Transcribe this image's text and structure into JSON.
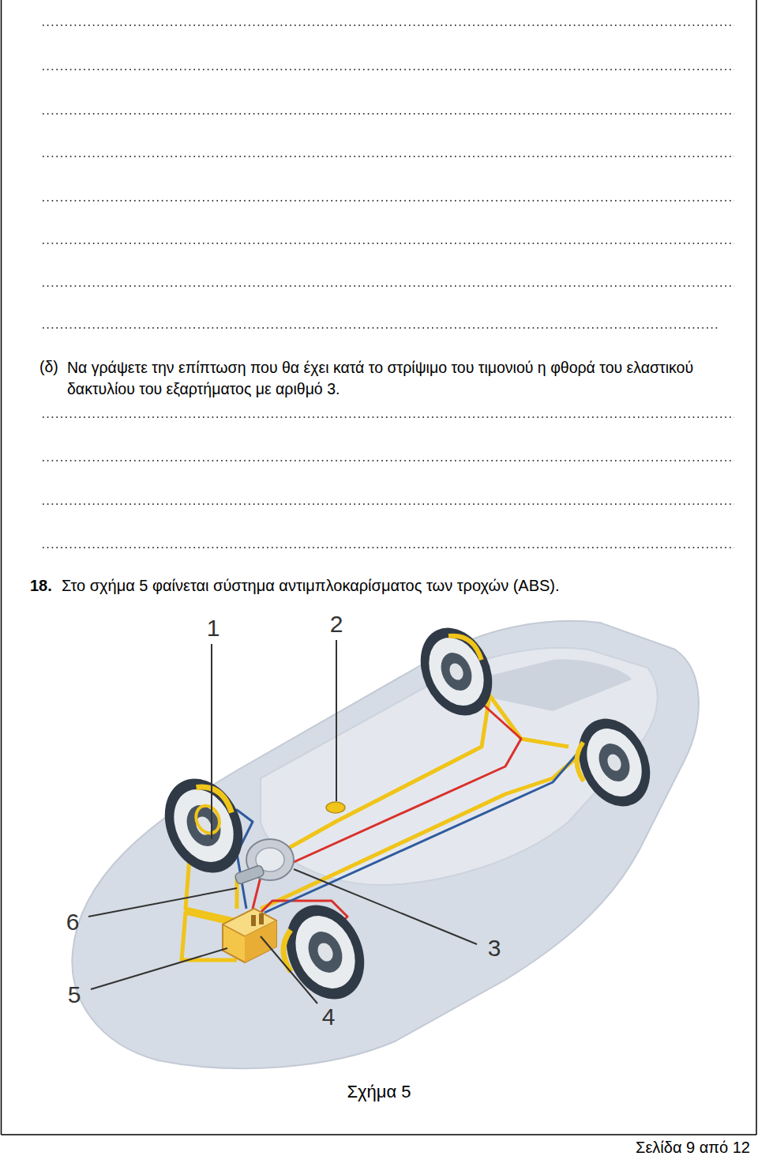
{
  "diagram": {
    "caption": "Σχήμα 5",
    "labels": [
      "(δ)",
      "Να γράψετε την επίπτωση που θα έχει κατά το στρίψιμο του τιμονιού η φθορά του ελαστικού δακτυλίου του εξαρτήματος με αριθμό 3.",
      "18.",
      "Στο σχήμα 5 φαίνεται σύστημα αντιμπλοκαρίσματος των τροχών (ABS).",
      "1",
      "2",
      "3",
      "4",
      "5",
      "6",
      "Σελίδα 9 από 12"
    ]
  }
}
